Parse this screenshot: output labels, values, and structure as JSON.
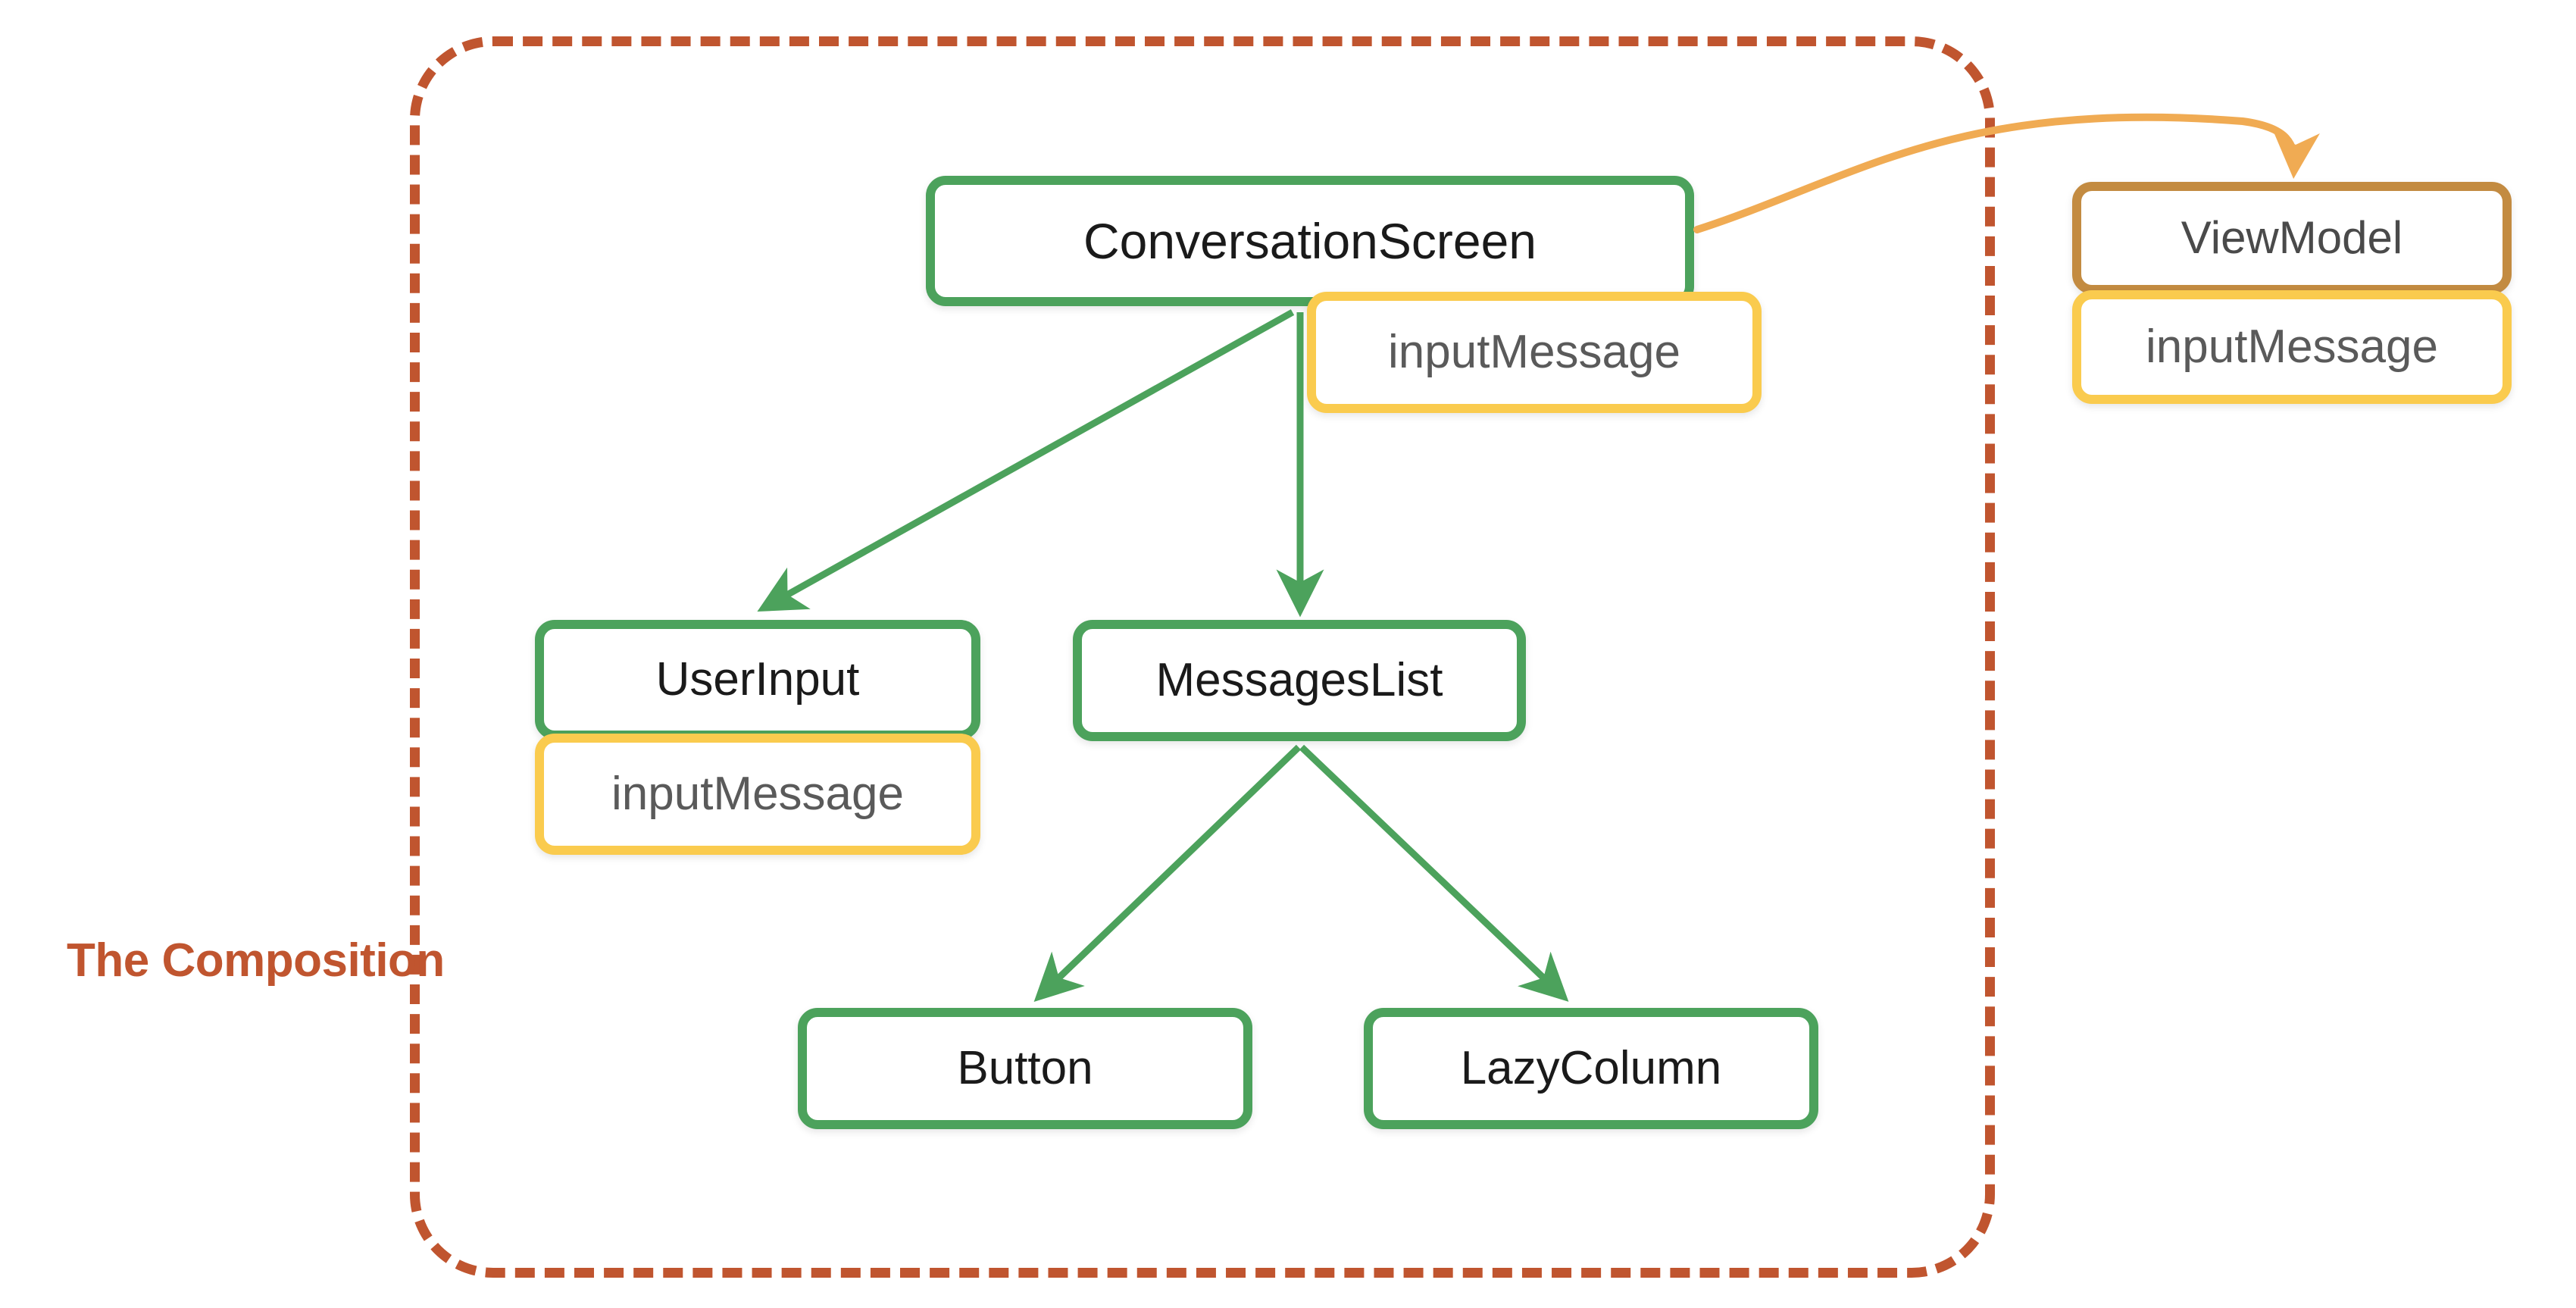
{
  "diagram": {
    "title_label": "The Composition",
    "boundary": {
      "name": "composition-boundary",
      "style": "dashed",
      "color": "#C0552F"
    },
    "colors": {
      "composable_border": "#4CA25C",
      "state_border": "#FACB4E",
      "viewmodel_border": "#C38B41",
      "boundary_dashed": "#C0552F",
      "state_hoist_arrow": "#F0AB53",
      "composition_arrow": "#4CA25C",
      "background": "#FFFFFF",
      "node_fill": "#FFFFFF",
      "composable_text": "#1A1A1A",
      "state_text": "#5A5A5A",
      "viewmodel_text": "#4A4A4A"
    },
    "nodes": {
      "conversation_screen": {
        "label": "ConversationScreen",
        "kind": "composable",
        "inside_composition": true
      },
      "cs_input_message": {
        "label": "inputMessage",
        "kind": "state",
        "inside_composition": true
      },
      "view_model": {
        "label": "ViewModel",
        "kind": "viewmodel",
        "inside_composition": false
      },
      "vm_input_message": {
        "label": "inputMessage",
        "kind": "state",
        "inside_composition": false
      },
      "user_input": {
        "label": "UserInput",
        "kind": "composable",
        "inside_composition": true
      },
      "ui_input_message": {
        "label": "inputMessage",
        "kind": "state",
        "inside_composition": true
      },
      "messages_list": {
        "label": "MessagesList",
        "kind": "composable",
        "inside_composition": true
      },
      "button": {
        "label": "Button",
        "kind": "composable",
        "inside_composition": true
      },
      "lazy_column": {
        "label": "LazyColumn",
        "kind": "composable",
        "inside_composition": true
      }
    },
    "edges": [
      {
        "name": "edge-conversationscreen-to-userinput",
        "from": "conversation_screen",
        "to": "user_input",
        "color": "#4CA25C",
        "style": "solid-arrow"
      },
      {
        "name": "edge-conversationscreen-to-messageslist",
        "from": "conversation_screen",
        "to": "messages_list",
        "color": "#4CA25C",
        "style": "solid-arrow"
      },
      {
        "name": "edge-messageslist-to-button",
        "from": "messages_list",
        "to": "button",
        "color": "#4CA25C",
        "style": "solid-arrow"
      },
      {
        "name": "edge-messageslist-to-lazycolumn",
        "from": "messages_list",
        "to": "lazy_column",
        "color": "#4CA25C",
        "style": "solid-arrow"
      },
      {
        "name": "edge-conversationscreen-to-viewmodel",
        "from": "conversation_screen",
        "to": "view_model",
        "color": "#F0AB53",
        "style": "curved-arrow"
      }
    ]
  }
}
